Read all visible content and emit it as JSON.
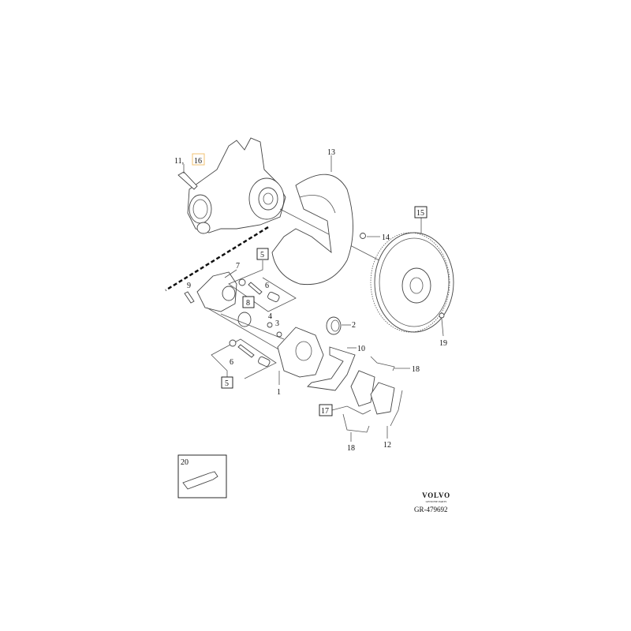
{
  "diagram": {
    "callouts": {
      "c11": "11,",
      "c16": "16",
      "c13": "13",
      "c14": "14",
      "c15": "15",
      "c5a": "5",
      "c7": "7",
      "c6a": "6",
      "c8": "8",
      "c9": "9",
      "c4": "4",
      "c3": "3",
      "c2": "2",
      "c10": "10",
      "c18a": "18",
      "c19": "19",
      "c6b": "6",
      "c5b": "5",
      "c1": "1",
      "c17": "17",
      "c12": "12",
      "c18b": "18",
      "c20": "20"
    },
    "highlight_color": "#f0c070",
    "logo": {
      "brand": "VOLVO",
      "tagline": "GENUINE PARTS"
    },
    "drawing_number": "GR-479692"
  }
}
